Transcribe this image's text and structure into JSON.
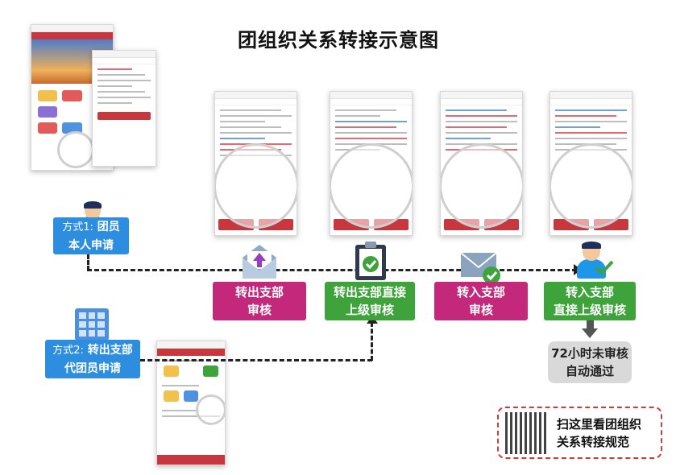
{
  "title": "团组织关系转接示意图",
  "steps": [
    {
      "label_line1": "转出支部",
      "label_line2": "审核",
      "color": "#c4287a"
    },
    {
      "label_line1": "转出支部直接",
      "label_line2": "上级审核",
      "color": "#3fa33b"
    },
    {
      "label_line1": "转入支部",
      "label_line2": "审核",
      "color": "#c4287a"
    },
    {
      "label_line1": "转入支部",
      "label_line2": "直接上级审核",
      "color": "#3fa33b"
    }
  ],
  "method1": {
    "prefix": "方式1:",
    "line1": "团员",
    "line2": "本人申请"
  },
  "method2": {
    "prefix": "方式2:",
    "line1": "转出支部",
    "line2": "代团员申请"
  },
  "auto_pass": {
    "line1": "72小时未审核",
    "line2": "自动通过"
  },
  "qr": {
    "line1": "扫这里看团组织",
    "line2": "关系转接规范"
  },
  "icons": [
    "upload-envelope-icon",
    "clipboard-check-icon",
    "mail-check-icon",
    "person-check-icon",
    "person-icon",
    "building-icon"
  ],
  "colors": {
    "magenta": "#c4287a",
    "green": "#3fa33b",
    "blue": "#2d8ee0",
    "grey": "#d9d9d9",
    "red": "#c8363e"
  }
}
